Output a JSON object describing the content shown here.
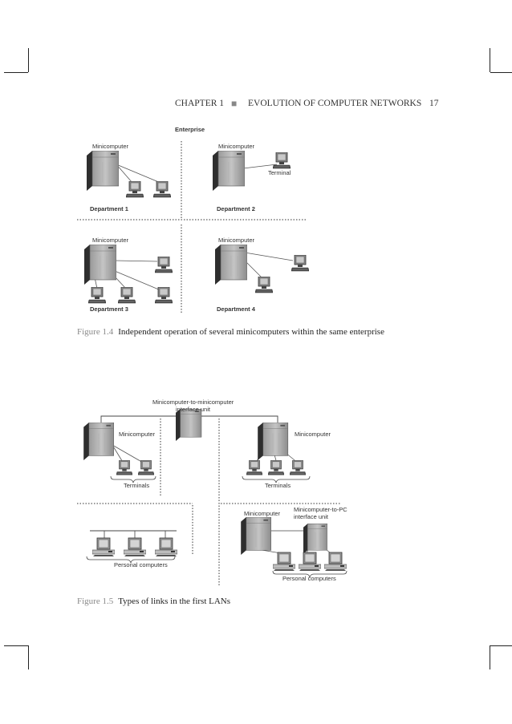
{
  "header": {
    "chapter": "CHAPTER 1",
    "separator": "■",
    "title": "EVOLUTION OF COMPUTER NETWORKS",
    "page_number": "17"
  },
  "figure_1_4": {
    "enterprise": "Enterprise",
    "minicomputer": "Minicomputer",
    "terminal": "Terminal",
    "dept1": "Department 1",
    "dept2": "Department 2",
    "dept3": "Department 3",
    "dept4": "Department 4",
    "caption_number": "Figure 1.4",
    "caption_text": "Independent operation of several minicomputers within the same enterprise"
  },
  "figure_1_5": {
    "interface_unit": "Minicomputer-to-minicomputer",
    "interface_unit_line2": "interface unit",
    "minicomputer": "Minicomputer",
    "terminals": "Terminals",
    "pc_interface": "Minicomputer-to-PC",
    "pc_interface_line2": "interface unit",
    "personal_computers": "Personal computers",
    "caption_number": "Figure 1.5",
    "caption_text": "Types of links in the first LANs"
  }
}
